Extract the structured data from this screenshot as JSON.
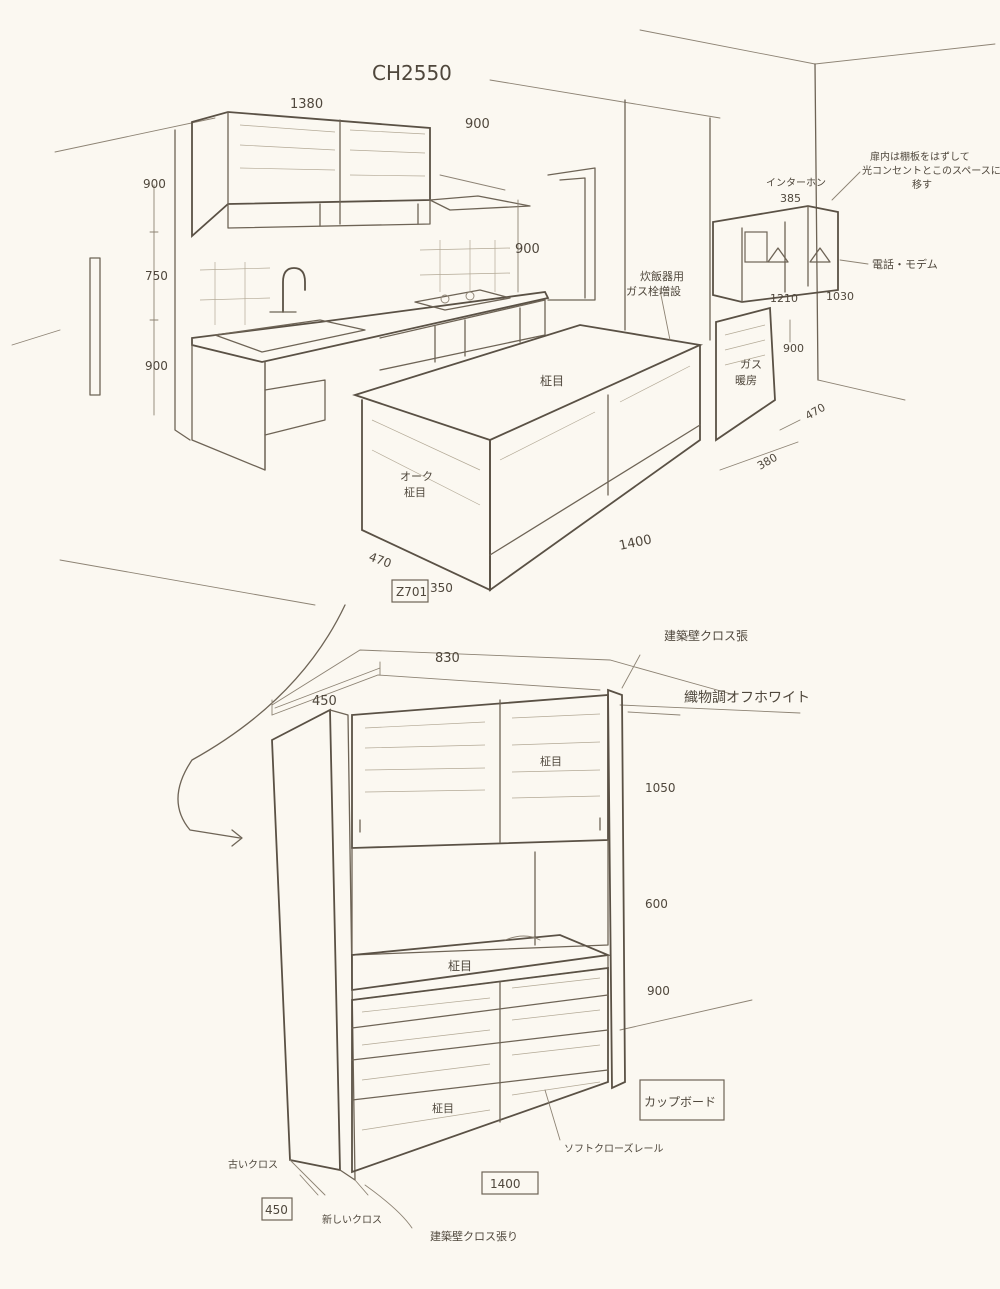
{
  "top_view": {
    "ceiling_height": "CH2550",
    "dim_upper_width": "1380",
    "dim_hood_width": "900",
    "dim_upper_height": "900",
    "dim_backsplash": "750",
    "dim_counter_height": "900",
    "dim_hood_rise": "900",
    "note_duct": "炊飯器用\nガス栓増設",
    "island_top_label": "柾目",
    "island_side_label": "オーク\n柾目",
    "dim_island_length": "1400",
    "dim_island_a": "470",
    "dim_island_b": "350",
    "ref_tag_1": "Z701",
    "note_wall_cabinet": "扉内は棚板をはずして\n光コンセントとこのスペースに\n移す",
    "note_intercom": "インターホン",
    "dim_intercom": "385",
    "note_phone": "電話・モデム",
    "dim_niche_1": "1210",
    "dim_niche_2": "1030",
    "note_gas_heater": "ガス\n暖房",
    "dim_heater_h": "900",
    "dim_heater_w": "470",
    "dim_heater_d": "380"
  },
  "bottom_view": {
    "note_building_wall_cloth": "建築壁クロス張",
    "note_fabric_white": "織物調オフホワイト",
    "dim_width": "830",
    "dim_depth": "450",
    "upper_door_label": "柾目",
    "dim_upper_h": "1050",
    "dim_open_h": "600",
    "dim_counter_h": "900",
    "counter_label": "柾目",
    "drawer_label": "柾目",
    "note_cupboard": "カップボード",
    "note_soft_close": "ソフトクローズレール",
    "dim_width_total": "1400",
    "ref_tag_2": "450",
    "note_old_cloth": "古いクロス",
    "note_new_cloth": "新しいクロス",
    "note_building_wall_cloth_2": "建築壁クロス張り"
  }
}
